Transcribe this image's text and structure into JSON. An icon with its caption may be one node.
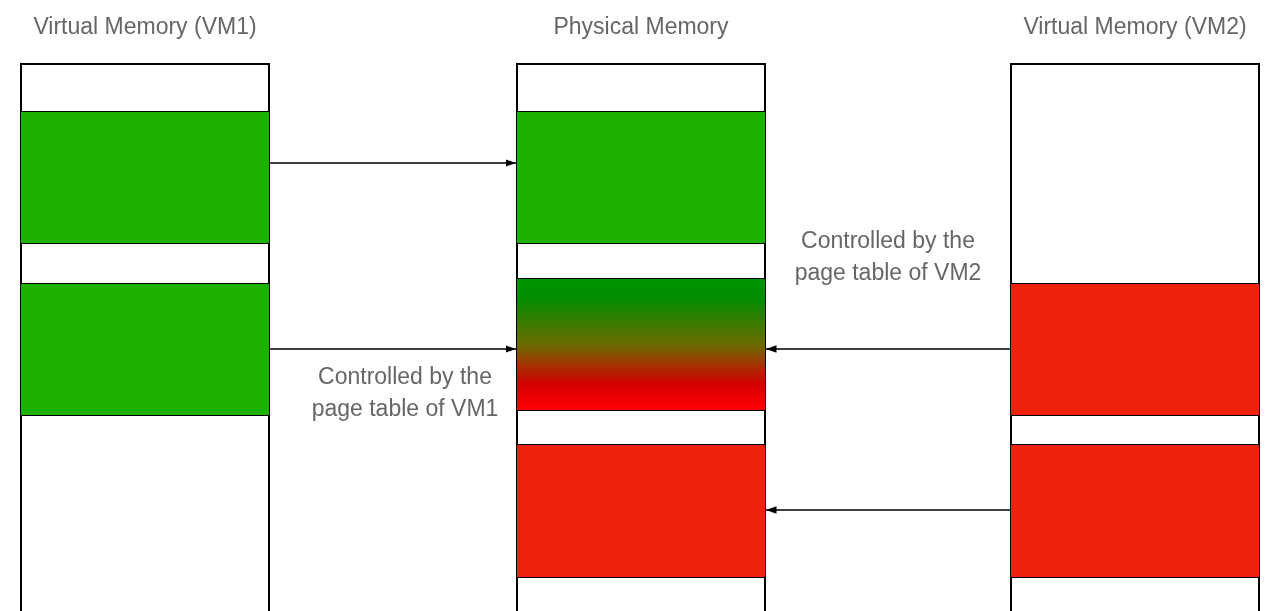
{
  "diagram": {
    "nodes": [
      {
        "text": [
          "Virtual Memory (VM1)"
        ]
      },
      {
        "text": [],
        "shape": "box",
        "in": 0
      },
      {
        "text": [],
        "shape": "box",
        "in": 0
      },
      {
        "text": [
          "Physical Memory"
        ]
      },
      {
        "text": [],
        "shape": "box",
        "in": 3
      },
      {
        "text": [],
        "shape": "box",
        "in": 3
      },
      {
        "text": [],
        "shape": "box",
        "in": 3
      },
      {
        "text": [
          "Virtual Memory (VM2)"
        ]
      },
      {
        "text": [],
        "shape": "box",
        "in": 7
      },
      {
        "text": [],
        "shape": "box",
        "in": 7
      }
    ],
    "edges": [
      {
        "from": 1,
        "to": 4,
        "arrow": "to"
      },
      {
        "from": 2,
        "to": 5,
        "arrow": "to",
        "label": "Controlled by the page table of VM1"
      },
      {
        "from": 8,
        "to": 5,
        "arrow": "to",
        "label": "Controlled by the page table of VM2"
      },
      {
        "from": 9,
        "to": 6,
        "arrow": "to"
      }
    ]
  }
}
